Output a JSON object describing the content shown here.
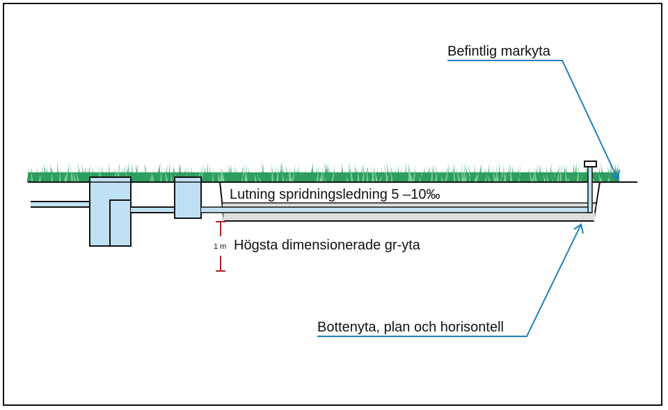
{
  "labels": {
    "existing_surface": "Befintlig markyta",
    "slope": "Lutning spridningsledning 5 –10‰",
    "distance": "1 m",
    "groundwater": "Högsta dimensionerade gr-yta",
    "bottom": "Bottenyta, plan och horisontell"
  },
  "colors": {
    "water": "#bfe1f3",
    "grass": "#2e9e5e",
    "arrow": "#1a7fc0",
    "measure": "#b22222",
    "gravel": "#e8e8e8"
  }
}
